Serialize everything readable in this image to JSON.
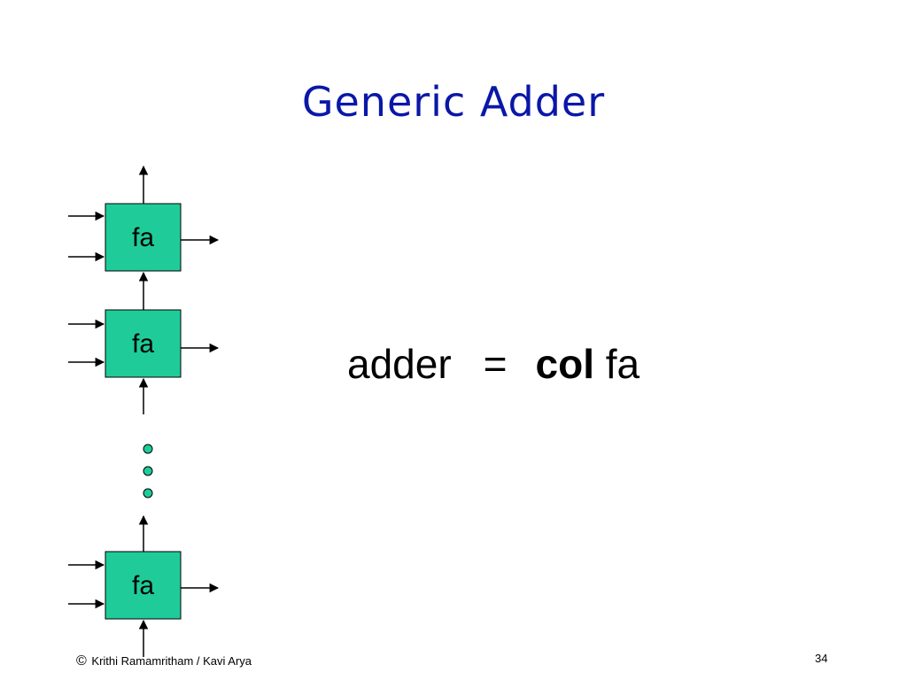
{
  "slide": {
    "title": "Generic Adder",
    "page_number": "34"
  },
  "diagram": {
    "block_label": "fa",
    "block_count_shown": 3,
    "block_fill": "#1fcc99",
    "dot_color": "#1fcc99"
  },
  "equation": {
    "lhs": "adder",
    "operator": "=",
    "keyword": "col",
    "rhs": "fa"
  },
  "footer": {
    "copyright_symbol": "©",
    "authors": "Krithi Ramamritham / Kavi Arya"
  }
}
